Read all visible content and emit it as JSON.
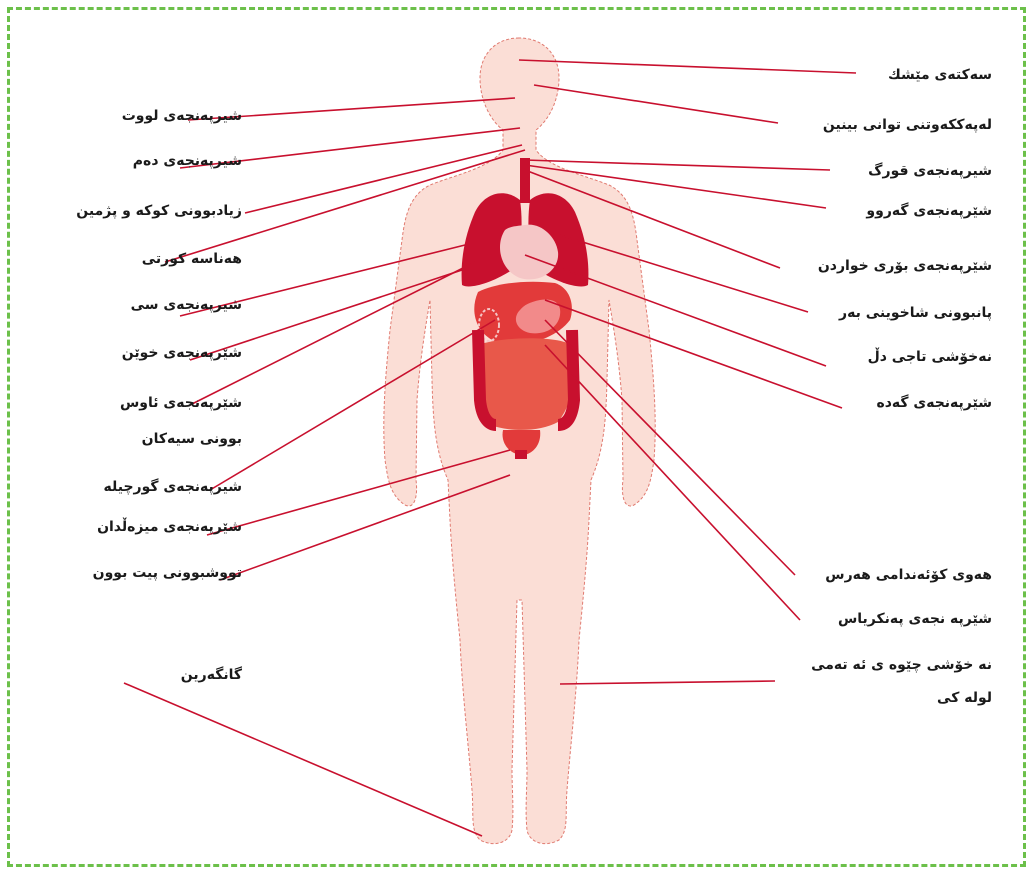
{
  "diagram": {
    "colors": {
      "border": "#6cc04a",
      "body_fill": "#fbded6",
      "body_outline": "#e07a70",
      "organ_dark": "#c8102e",
      "organ_mid": "#e23a3a",
      "organ_light": "#f5c6c6",
      "line": "#c8102e"
    },
    "labels_right": [
      "سەکتەی مێشك",
      "لەپەککەوتنی توانی بینین",
      "شیرپەنجەی قورگ",
      "شێرپەنجەی گەروو",
      "شێرپەنجەی بۆری خواردن",
      "پانبوونی شاخوینی بەر",
      "نەخۆشی تاجی دڵ",
      "شێرپەنجەی گەدە",
      "هەوی کۆئەندامی هەرس",
      "شێرپە نجەی پەنکریاس",
      "نە خۆشی چێوە ی ئە تەمی",
      "لولە کی"
    ],
    "labels_left": [
      "شیرپەنجەی لووت",
      "شیرپەنجەی دەم",
      "زیادبوونی کوکە و پژمین",
      "هەناسە کورتی",
      "شیرپەنجەی سی",
      "شێرپەنجەی خوێن",
      "شێرپەنجەی ئاوس",
      "بوونی سیەکان",
      "شیرپەنجەی گورچیلە",
      "شێرپەنجەی میزەڵدان",
      "تووشبوونی پیت بوون",
      "گانگەرین"
    ]
  }
}
